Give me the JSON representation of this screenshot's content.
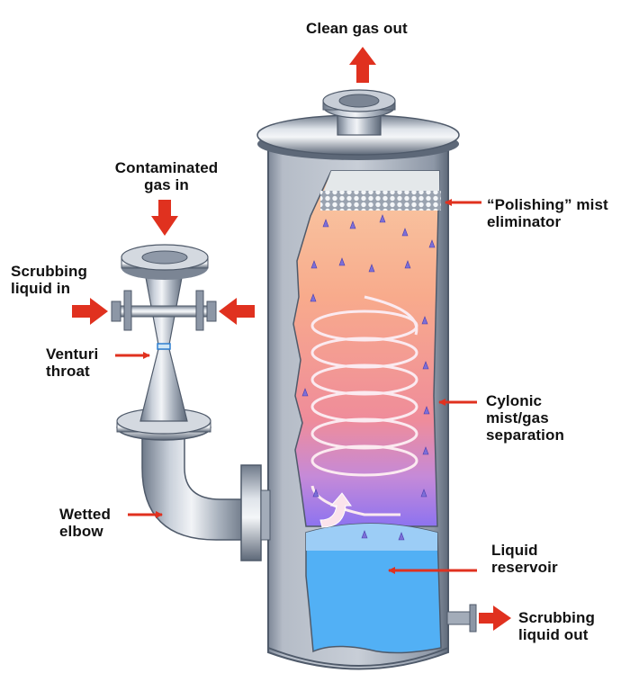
{
  "diagram": {
    "title": "Venturi scrubber with cyclonic separator",
    "labels": {
      "clean_gas_out": [
        "Clean gas out"
      ],
      "contaminated_gas_in": [
        "Contaminated",
        "gas in"
      ],
      "scrubbing_liquid_in": [
        "Scrubbing",
        "liquid in"
      ],
      "venturi_throat": [
        "Venturi",
        "throat"
      ],
      "wetted_elbow": [
        "Wetted",
        "elbow"
      ],
      "polishing_mist_eliminator": [
        "“Polishing” mist",
        "eliminator"
      ],
      "cyclonic_separation": [
        "Cylonic",
        "mist/gas",
        "separation"
      ],
      "liquid_reservoir": [
        "Liquid",
        "reservoir"
      ],
      "scrubbing_liquid_out": [
        "Scrubbing",
        "liquid out"
      ]
    },
    "colors": {
      "arrow_red": "#e0311f",
      "steel_light": "#d9dee6",
      "steel_mid": "#a3acb9",
      "steel_dark": "#5d6878",
      "gas_top": "#f9c8a3",
      "gas_mid": "#f7a48c",
      "gas_low": "#ef8aa0",
      "mist_band": "#9a7cf0",
      "liquid": "#52b0f5",
      "liquid_surface": "#9ccdf6",
      "droplet": "#7d6fd8",
      "mesh": "#e9ecef"
    }
  }
}
